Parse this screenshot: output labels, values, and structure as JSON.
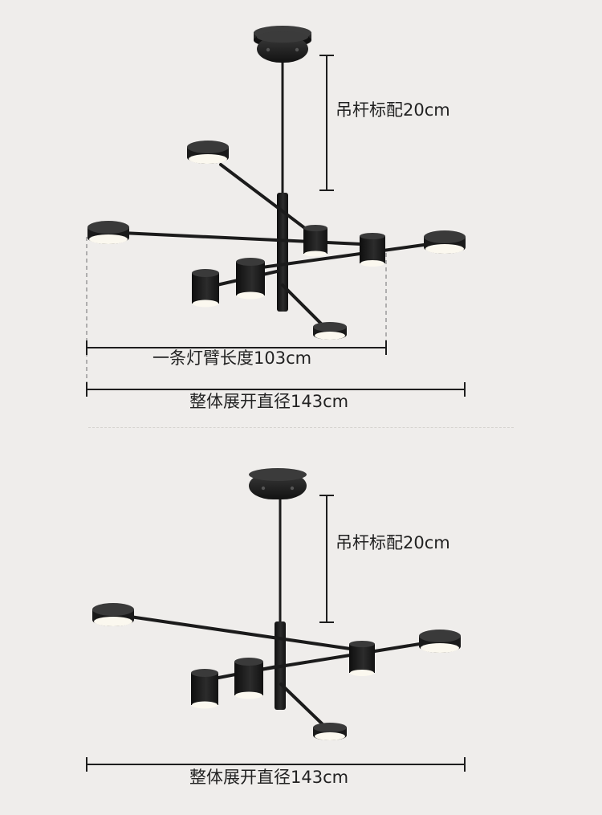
{
  "top": {
    "rod_label": "吊杆标配20cm",
    "arm_label": "一条灯臂长度103cm",
    "span_label": "整体展开直径143cm"
  },
  "bottom": {
    "rod_label": "吊杆标配20cm",
    "span_label": "整体展开直径143cm"
  },
  "colors": {
    "background": "#efedeb",
    "metal": "#1b1b1b",
    "light": "#fbf8ef",
    "dimension_line": "#1e1e1e"
  }
}
